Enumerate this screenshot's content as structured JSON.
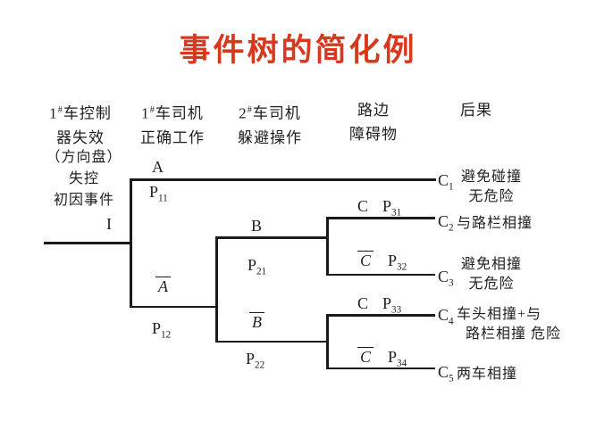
{
  "title": "事件树的简化例",
  "headers": [
    {
      "prefix": "1",
      "sup": "#",
      "title": "车控制",
      "subtitle": "器失效"
    },
    {
      "prefix": "1",
      "sup": "#",
      "title": "车司机",
      "subtitle": "正确工作"
    },
    {
      "prefix": "2",
      "sup": "#",
      "title": "车司机",
      "subtitle": "躲避操作"
    },
    {
      "prefix": "",
      "sup": "",
      "title": "路边",
      "subtitle": "障碍物"
    },
    {
      "prefix": "",
      "sup": "",
      "title": "后果",
      "subtitle": ""
    }
  ],
  "initiator": {
    "line1": "（方向盘）",
    "line2": "失控",
    "line3": "初因事件",
    "symbol": "I"
  },
  "branches": {
    "a": {
      "letter": "A",
      "p": "P",
      "sub": "11"
    },
    "a_bar": {
      "letter": "A",
      "p": "P",
      "sub": "12"
    },
    "b": {
      "letter": "B",
      "p": "P",
      "sub": "21"
    },
    "b_bar": {
      "letter": "B",
      "p": "P",
      "sub": "22"
    },
    "c31": {
      "letter": "C",
      "p": "P",
      "sub": "31"
    },
    "c32": {
      "letter": "C",
      "p": "P",
      "sub": "32"
    },
    "c33": {
      "letter": "C",
      "p": "P",
      "sub": "33"
    },
    "c34": {
      "letter": "C",
      "p": "P",
      "sub": "34"
    }
  },
  "outcomes": [
    {
      "label": "C",
      "sub": "1",
      "line1": "避免碰撞",
      "line2": "无危险"
    },
    {
      "label": "C",
      "sub": "2",
      "line1": "与路栏相撞",
      "line2": ""
    },
    {
      "label": "C",
      "sub": "3",
      "line1": "避免相撞",
      "line2": "无危险"
    },
    {
      "label": "C",
      "sub": "4",
      "line1": "车头相撞+与",
      "line2": "路栏相撞 危险"
    },
    {
      "label": "C",
      "sub": "5",
      "line1": "两车相撞",
      "line2": ""
    }
  ],
  "colors": {
    "title_red": "#d6391e",
    "line_black": "#1a1a1a",
    "background": "#ffffff"
  }
}
